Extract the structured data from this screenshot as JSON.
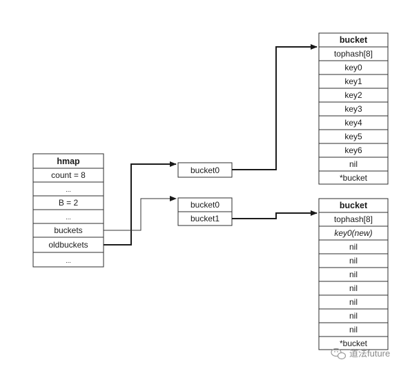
{
  "hmap": {
    "title": "hmap",
    "fields": [
      "count = 8",
      "...",
      "B = 2",
      "...",
      "buckets",
      "oldbuckets",
      "..."
    ]
  },
  "new_buckets": {
    "items": [
      "bucket0"
    ]
  },
  "old_buckets": {
    "items": [
      "bucket0",
      "bucket1"
    ]
  },
  "bucket_top": {
    "title": "bucket",
    "rows": [
      "tophash[8]",
      "key0",
      "key1",
      "key2",
      "key3",
      "key4",
      "key5",
      "key6",
      "nil",
      "*bucket"
    ]
  },
  "bucket_bottom": {
    "title": "bucket",
    "rows": [
      "tophash[8]",
      "key0(new)",
      "nil",
      "nil",
      "nil",
      "nil",
      "nil",
      "nil",
      "nil",
      "*bucket"
    ]
  },
  "watermark": {
    "text": "道法future"
  },
  "colors": {
    "border": "#2b2b2b",
    "text": "#1a1a1a",
    "watermark": "#8a8a8a"
  }
}
